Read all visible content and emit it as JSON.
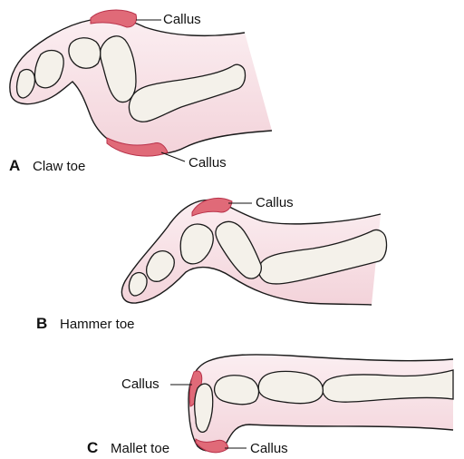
{
  "colors": {
    "skin_fill": "#f6dde2",
    "skin_outline": "#1a1a1a",
    "bone_fill": "#f4f1ea",
    "callus": "#e06a78",
    "callus_edge": "#b8324a"
  },
  "panels": [
    {
      "letter": "A",
      "name": "Claw toe",
      "calluses": [
        "Callus",
        "Callus"
      ]
    },
    {
      "letter": "B",
      "name": "Hammer toe",
      "calluses": [
        "Callus"
      ]
    },
    {
      "letter": "C",
      "name": "Mallet toe",
      "calluses": [
        "Callus",
        "Callus"
      ]
    }
  ]
}
